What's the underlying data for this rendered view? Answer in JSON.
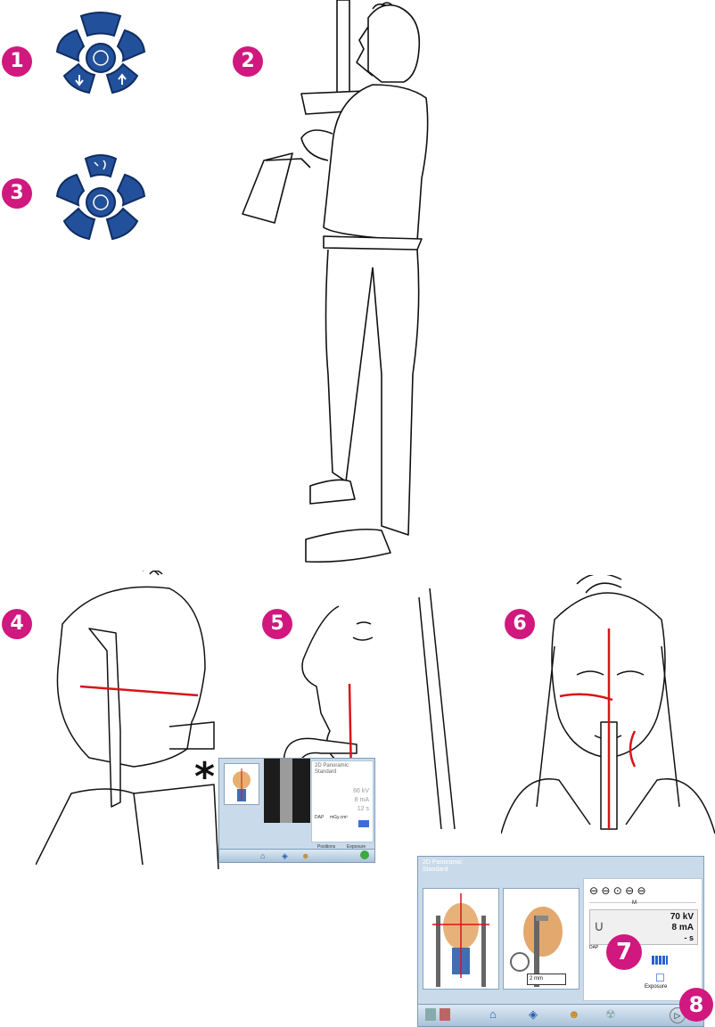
{
  "steps": [
    "1",
    "2",
    "3",
    "4",
    "5",
    "6",
    "7",
    "8"
  ],
  "asterisk": "*",
  "small_screen": {
    "mode_title": "2D Panoramic",
    "mode_sub": "Standard",
    "kv": "66 kV",
    "ma": "8 mA",
    "time": "12 s",
    "dap_label": "DAP",
    "dap_value": "mGy.cm²",
    "btn_left": "Positions",
    "btn_right": "Exposure"
  },
  "large_screen": {
    "mode_title": "2D Panoramic",
    "mode_sub": "Standard",
    "kv": "70 kV",
    "ma": "8 mA",
    "time": "- s",
    "dap_label": "DAP",
    "size_label": "M",
    "offset": "2 mm",
    "exposure_label": "Exposure"
  },
  "colors": {
    "badge": "#d0187e",
    "button": "#23509a",
    "laser": "#d8141a"
  }
}
